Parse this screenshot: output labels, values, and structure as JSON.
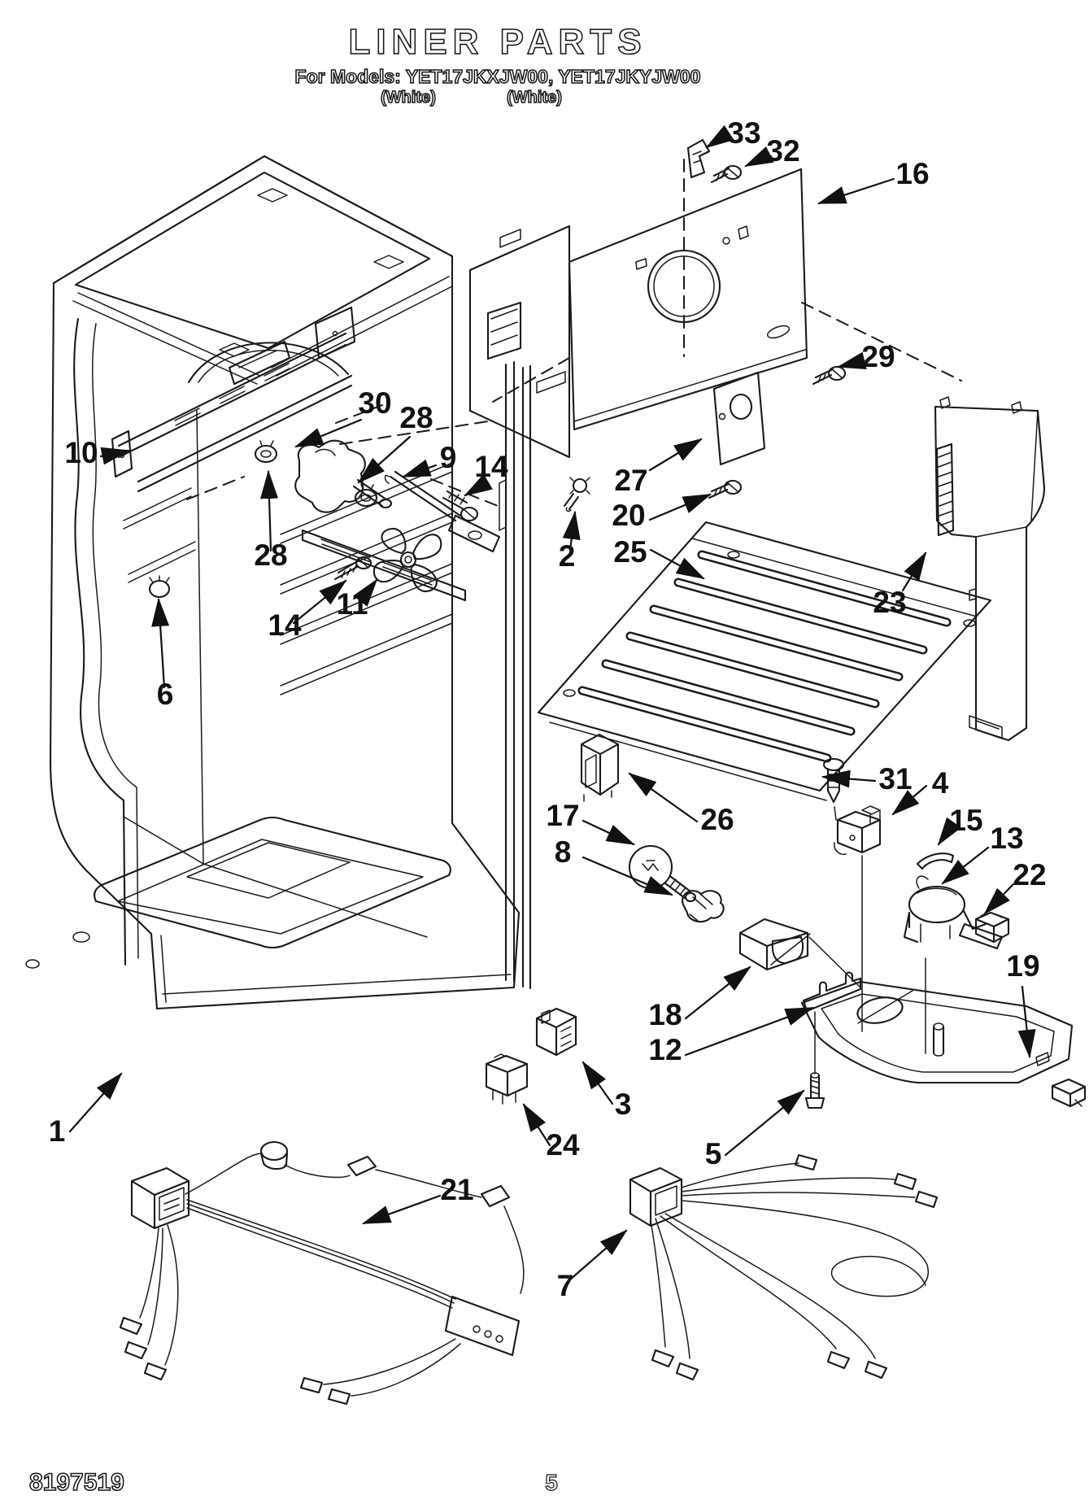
{
  "header": {
    "title": "LINER PARTS",
    "models_line": "For Models: YET17JKXJW00, YET17JKYJW00",
    "color_label_1": "(White)",
    "color_label_2": "(White)"
  },
  "footer": {
    "doc_number": "8197519",
    "page_number": "5"
  },
  "diagram": {
    "kind": "exploded parts diagram",
    "subject": "refrigerator liner parts",
    "line_color": "#1a1a1a",
    "background_color": "#ffffff"
  },
  "parts": [
    {
      "number": "33"
    },
    {
      "number": "32"
    },
    {
      "number": "16"
    },
    {
      "number": "29"
    },
    {
      "number": "30"
    },
    {
      "number": "28"
    },
    {
      "number": "9"
    },
    {
      "number": "14"
    },
    {
      "number": "10"
    },
    {
      "number": "27"
    },
    {
      "number": "20"
    },
    {
      "number": "2"
    },
    {
      "number": "25"
    },
    {
      "number": "23"
    },
    {
      "number": "28"
    },
    {
      "number": "14"
    },
    {
      "number": "11"
    },
    {
      "number": "6"
    },
    {
      "number": "17"
    },
    {
      "number": "8"
    },
    {
      "number": "26"
    },
    {
      "number": "31"
    },
    {
      "number": "4"
    },
    {
      "number": "15"
    },
    {
      "number": "13"
    },
    {
      "number": "22"
    },
    {
      "number": "19"
    },
    {
      "number": "18"
    },
    {
      "number": "12"
    },
    {
      "number": "3"
    },
    {
      "number": "24"
    },
    {
      "number": "5"
    },
    {
      "number": "21"
    },
    {
      "number": "7"
    },
    {
      "number": "1"
    }
  ]
}
